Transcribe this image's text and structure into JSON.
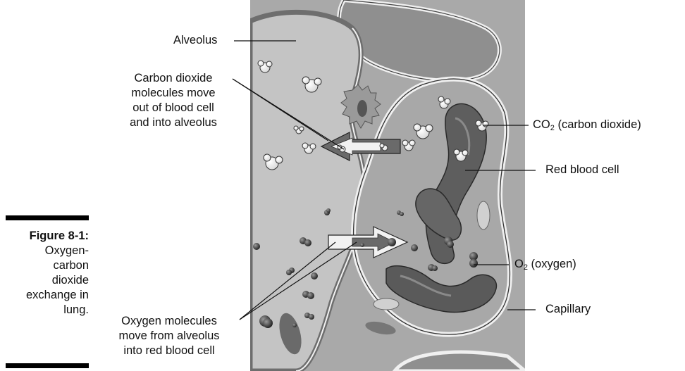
{
  "caption": {
    "figure_number": "Figure 8-1:",
    "lines": [
      "Oxygen-",
      "carbon",
      "dioxide",
      "exchange in",
      "lung."
    ]
  },
  "labels": {
    "alveolus": "Alveolus",
    "co2_move": [
      "Carbon dioxide",
      "molecules move",
      "out of blood cell",
      "and into alveolus"
    ],
    "o2_move": [
      "Oxygen molecules",
      "move from alveolus",
      "into red blood cell"
    ],
    "co2": {
      "prefix": "CO",
      "sub": "2",
      "suffix": " (carbon dioxide)"
    },
    "red_blood_cell": "Red blood cell",
    "o2": {
      "prefix": "O",
      "sub": "2",
      "suffix": " (oxygen)"
    },
    "capillary": "Capillary"
  },
  "colors": {
    "background_tissue": "#a9a9a9",
    "alveolus_fill": "#c4c4c4",
    "capillary_fill": "#a8a8a8",
    "membrane": "#6e6e6e",
    "wall_light": "#efefef",
    "rbc_dark": "#5a5a5a",
    "rbc_mid": "#7a7a7a"
  }
}
